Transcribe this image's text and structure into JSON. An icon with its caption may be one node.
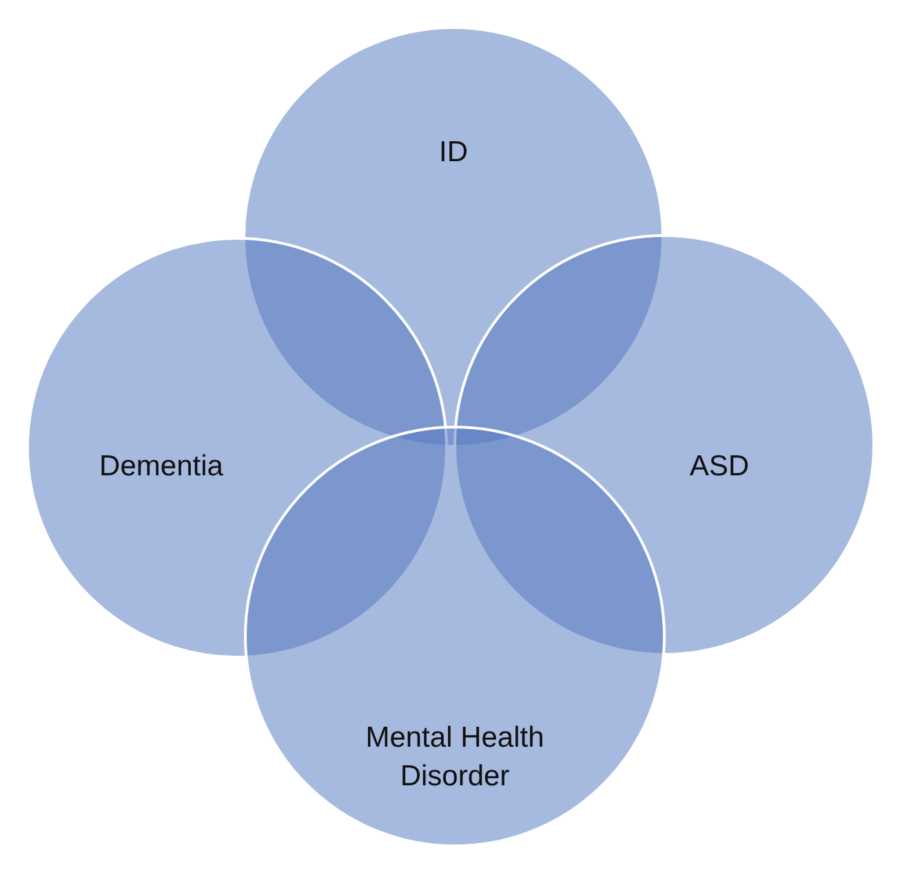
{
  "diagram": {
    "nodes": [
      {
        "text": [
          "ID"
        ]
      },
      {
        "text": [
          "Dementia"
        ]
      },
      {
        "text": [
          "ASD"
        ]
      },
      {
        "text": [
          "Mental Health Disorder"
        ]
      }
    ],
    "edges": []
  }
}
